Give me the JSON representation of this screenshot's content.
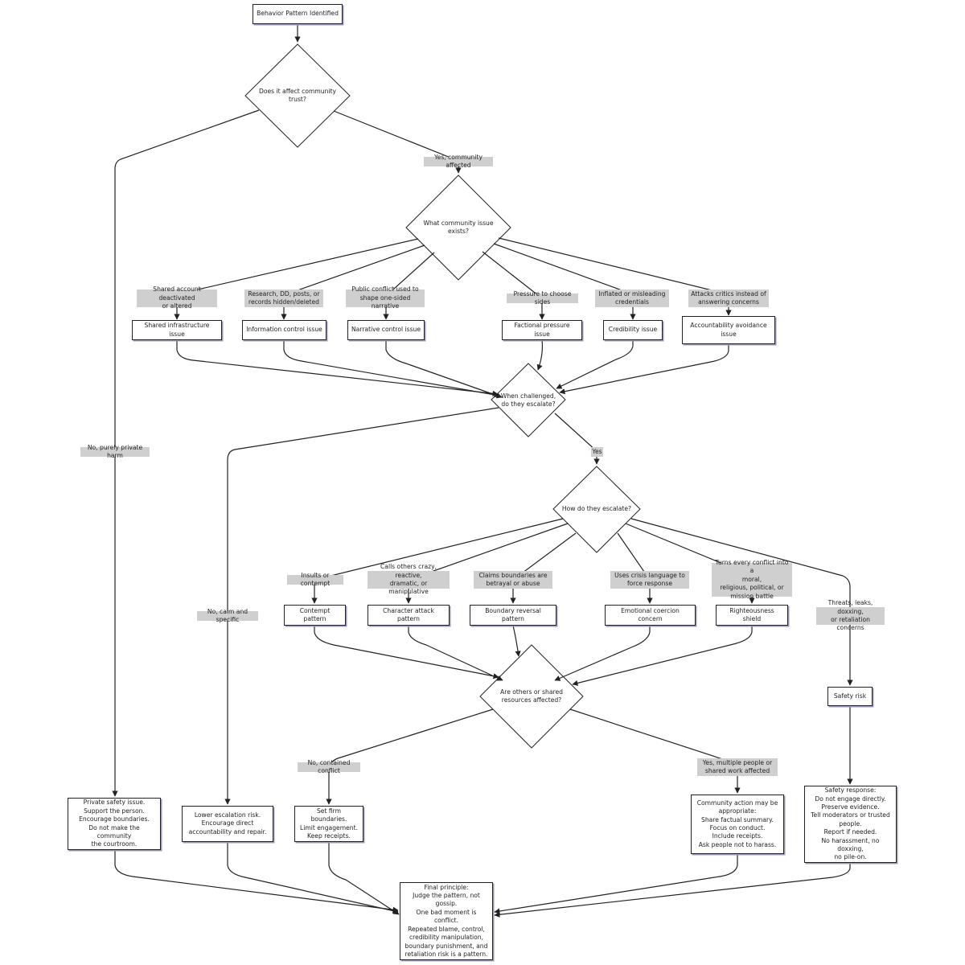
{
  "nodes": {
    "start": "Behavior Pattern Identified",
    "q_trust": "Does it affect community\ntrust?",
    "q_issue": "What community issue\nexists?",
    "shared_infra": "Shared infrastructure issue",
    "info_control": "Information control issue",
    "narrative_control": "Narrative control issue",
    "factional": "Factional pressure issue",
    "credibility": "Credibility issue",
    "accountability": "Accountability avoidance\nissue",
    "q_challenged": "When challenged,\ndo they escalate?",
    "q_how": "How do they escalate?",
    "contempt": "Contempt pattern",
    "character": "Character attack pattern",
    "boundary_rev": "Boundary reversal pattern",
    "emotional": "Emotional coercion concern",
    "righteous": "Righteousness shield",
    "safety_risk": "Safety risk",
    "q_others": "Are others or shared\nresources affected?",
    "private": "Private safety issue.\nSupport the person.\nEncourage boundaries.\nDo not make the community\nthe courtroom.",
    "lower": "Lower escalation risk.\nEncourage direct\naccountability and repair.",
    "firm": "Set firm boundaries.\nLimit engagement.\nKeep receipts.",
    "community_action": "Community action may be\nappropriate:\nShare factual summary.\nFocus on conduct.\nInclude receipts.\nAsk people not to harass.",
    "safety_response": "Safety response:\nDo not engage directly.\nPreserve evidence.\nTell moderators or trusted\npeople.\nReport if needed.\nNo harassment, no doxxing,\nno pile-on.",
    "final": "Final principle:\nJudge the pattern, not\ngossip.\nOne bad moment is conflict.\nRepeated blame, control,\ncredibility manipulation,\nboundary punishment, and\nretaliation risk is a pattern."
  },
  "edge_labels": {
    "yes_community": "Yes, community affected",
    "no_private": "No, purely private harm",
    "shared_account": "Shared account deactivated\nor altered",
    "research_hidden": "Research, DD, posts, or\nrecords hidden/deleted",
    "public_conflict": "Public conflict used to\nshape one-sided narrative",
    "pressure_sides": "Pressure to choose sides",
    "inflated": "Inflated or misleading\ncredentials",
    "attacks_critics": "Attacks critics instead of\nanswering concerns",
    "yes": "Yes",
    "no_calm": "No, calm and specific",
    "insults": "Insults or contempt",
    "calls_crazy": "Calls others crazy, reactive,\ndramatic, or manipulative",
    "claims_boundaries": "Claims boundaries are\nbetrayal or abuse",
    "crisis_language": "Uses crisis language to\nforce response",
    "turns_conflict": "Turns every conflict into a\nmoral,\nreligious, political, or\nmission battle",
    "threats": "Threats, leaks, doxxing,\nor retaliation concerns",
    "no_contained": "No, contained conflict",
    "yes_multiple": "Yes, multiple people or\nshared work affected"
  },
  "colors": {
    "line": "#222222",
    "label_bg": "#cfcfcf",
    "shadow": "#9a98b8"
  }
}
